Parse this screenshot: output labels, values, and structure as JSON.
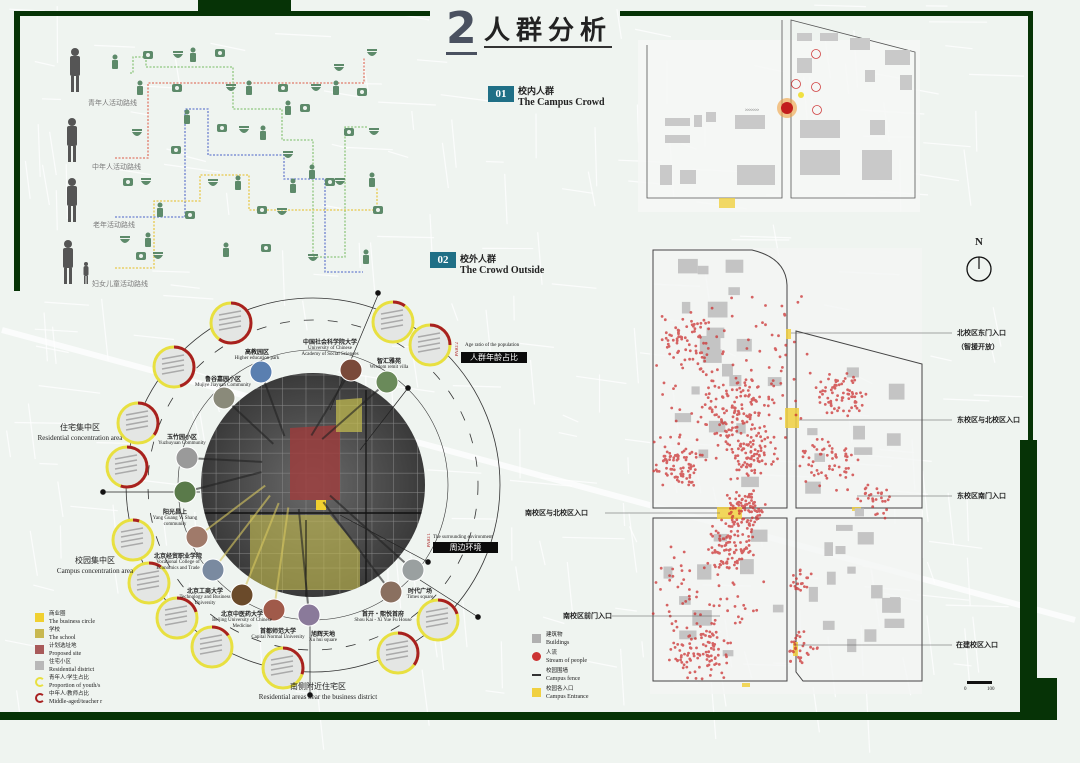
{
  "header": {
    "number": "2",
    "title": "人群分析"
  },
  "sections": [
    {
      "num": "01",
      "cn": "校内人群",
      "en": "The Campus Crowd"
    },
    {
      "num": "02",
      "cn": "校外人群",
      "en": "The Crowd Outside"
    }
  ],
  "routes": [
    {
      "label": "青年人活动路线",
      "color": "#e07a6a"
    },
    {
      "label": "中年人活动路线",
      "color": "#8fc77f"
    },
    {
      "label": "老年活动路线",
      "color": "#6b7fcf"
    },
    {
      "label": "妇女儿童活动路线",
      "color": "#e8c84a"
    }
  ],
  "places": [
    {
      "cn": "高教园区",
      "en": "Higher education park"
    },
    {
      "cn": "中国社会科学院大学",
      "en": "University of Chinese Academy of Social Sciences"
    },
    {
      "cn": "智汇雅苑",
      "en": "Wisdom remit villa"
    },
    {
      "cn": "鲁谷嘉园小区",
      "en": "Mujiye Jiayuan Community"
    },
    {
      "cn": "玉竹园小区",
      "en": "Yuzhuyuan Community"
    },
    {
      "cn": "阳光昌上",
      "en": "Yang Guang Yi Shang community"
    },
    {
      "cn": "北京经贸职业学院",
      "en": "Vocational College of Economics and Trade"
    },
    {
      "cn": "北京工商大学",
      "en": "Technology and Business University"
    },
    {
      "cn": "北京中医药大学",
      "en": "Beijing University of Chinese Medicine"
    },
    {
      "cn": "首都师范大学",
      "en": "Capital Normal University"
    },
    {
      "cn": "旭辉天地",
      "en": "Xu hui square"
    },
    {
      "cn": "首开・熙悦首府",
      "en": "Shou Kai - Xi Yue Fu House"
    },
    {
      "cn": "时代广场",
      "en": "Times square"
    }
  ],
  "areas": [
    {
      "cn": "住宅集中区",
      "en": "Residential concentration area"
    },
    {
      "cn": "校园集中区",
      "en": "Campus concentration area"
    },
    {
      "cn": "南侧附近住宅区",
      "en": "Residential areas near the business district"
    }
  ],
  "parts": [
    {
      "tag": "PART1",
      "en": "The surrounding environment",
      "cn": "周边环境"
    },
    {
      "tag": "PART2",
      "en": "Age ratio of the population",
      "cn": "人群年龄占比"
    }
  ],
  "legend_left": [
    {
      "cn": "商业圈",
      "en": "The business circle",
      "color": "#f0d030"
    },
    {
      "cn": "学校",
      "en": "The school",
      "color": "#c8b850"
    },
    {
      "cn": "计划选址地",
      "en": "Proposed site",
      "color": "#a85a5a"
    },
    {
      "cn": "住宅小区",
      "en": "Residential district",
      "color": "#b8b8b8"
    },
    {
      "cn": "青年人/学生占比",
      "en": "Proportion of youth/s",
      "color": "#e8e040"
    },
    {
      "cn": "中年人/教师占比",
      "en": "Middle-aged/teacher r",
      "color": "#a82020"
    }
  ],
  "legend_right": [
    {
      "cn": "建筑物",
      "en": "Buildings",
      "color": "#b0b0b0"
    },
    {
      "cn": "人流",
      "en": "Stream of people",
      "color": "#cc3333"
    },
    {
      "cn": "校园围墙",
      "en": "Campus fence",
      "color": "#333333"
    },
    {
      "cn": "校园各入口",
      "en": "Campus Entrance",
      "color": "#f0d040"
    }
  ],
  "entrances": [
    {
      "label": "北校区东门入口",
      "note": "（智援开放）"
    },
    {
      "label": "东校区与北校区入口"
    },
    {
      "label": "东校区南门入口"
    },
    {
      "label": "南校区与北校区入口"
    },
    {
      "label": "南校区前门入口"
    },
    {
      "label": "在建校区入口"
    }
  ],
  "compass": "N",
  "scale": {
    "start": "0",
    "end": "100"
  },
  "colors": {
    "frame": "#063306",
    "accent": "#1f6f86",
    "icon": "#5d8a6a"
  }
}
